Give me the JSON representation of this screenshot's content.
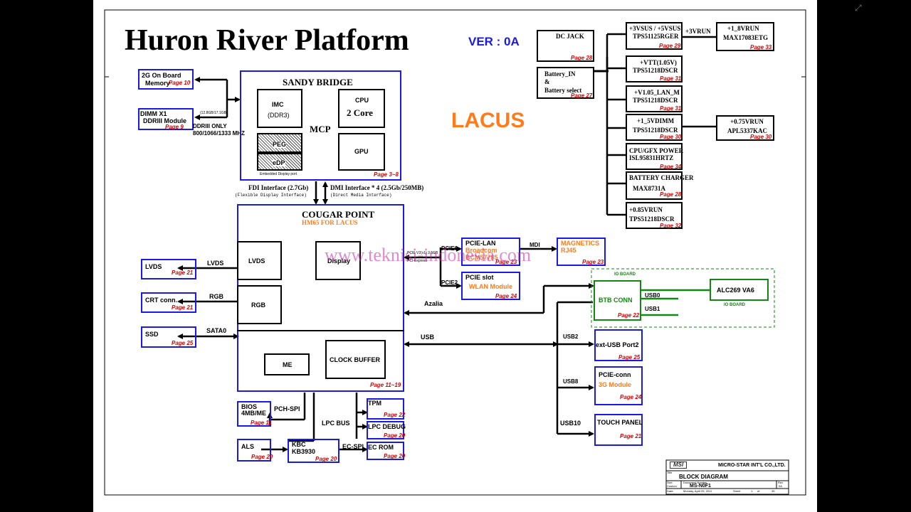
{
  "title": "Huron River Platform",
  "version": "VER : 0A",
  "project": "LACUS",
  "watermark": "www.teknisi-indonesia.com",
  "cpu": {
    "name": "SANDY BRIDGE",
    "mcp": "MCP",
    "imc": "IMC",
    "imc_sub": "(DDR3)",
    "cpu_label": "CPU",
    "cores": "2 Core",
    "gpu": "GPU",
    "peg": "PEG",
    "edp": "eDP",
    "edp_note": "Embedded Display port",
    "page": "Page 3~8"
  },
  "memory": {
    "onboard": "2G On Board",
    "onboard_2": "Memory",
    "onboard_page": "Page 10",
    "dimm": "DIMM X1",
    "dimm_2": "DDRIII Module",
    "dimm_page": "Page 9",
    "bus_note": "(12.8GB/17.1GB)",
    "ddr_only": "DDRIII  ONLY",
    "speed": "800/1066/1333 MHZ"
  },
  "links": {
    "fdi": "FDI Interface (2.7Gb)",
    "fdi_sub": "(Flexible Display Interface)",
    "dmi": "DMI Interface * 4 (2.5Gb/250MB)",
    "dmi_sub": "(Direct Media Interface)"
  },
  "pch": {
    "name": "COUGAR POINT",
    "sub": "HM65 FOR LACUS",
    "lvds": "LVDS",
    "display": "Display",
    "rgb": "RGB",
    "me": "ME",
    "clock": "CLOCK BUFFER",
    "page": "Page 11~19"
  },
  "left": {
    "lvds": "LVDS",
    "lvds_page": "Page 21",
    "lvds_sig": "LVDS",
    "crt": "CRT conn.",
    "crt_page": "Page 21",
    "rgb_sig": "RGB",
    "ssd": "SSD",
    "ssd_page": "Page 25",
    "sata_sig": "SATA0"
  },
  "pcie": {
    "note1": "PCIE V2(x1) 2.5GB",
    "note2": "PCI-Express",
    "pcie6": "PCIE6",
    "pcie2": "PCIE2",
    "lan_title": "PCIE-LAN",
    "lan_chip1": "Broadcom",
    "lan_chip2": "BCM57785",
    "lan_page": "Page 23",
    "mdi": "MDI",
    "mag1": "MAGNETICS",
    "mag2": "RJ45",
    "mag_page": "Page 23",
    "slot_title": "PCIE slot",
    "wlan": "WLAN Module",
    "slot_page": "Page 24"
  },
  "io": {
    "board_label_top": "IO BOARD",
    "board_label_bottom": "IO BOARD",
    "btb": "BTB CONN",
    "btb_page": "Page 22",
    "usb0": "USB0",
    "usb1": "USB1",
    "alc": "ALC269  VA6",
    "azalia": "Azalia",
    "usb": "USB"
  },
  "usb_ports": {
    "usb2": "USB2",
    "ext": "ext-USB Port2",
    "ext_page": "Page 25",
    "usb8": "USB8",
    "conn": "PCIE-conn",
    "module": "3G Module",
    "conn_page": "Page 24",
    "usb10": "USB10",
    "touch": "TOUCH PANEL",
    "touch_page": "Page 21"
  },
  "lpc": {
    "bios": "BIOS",
    "bios_2": "4MB/ME",
    "bios_page": "Page 11",
    "pch_spi": "PCH-SPI",
    "lpc_bus": "LPC BUS",
    "tpm": "TPM",
    "tpm_page": "Page 22",
    "debug": "LPC DEBUG",
    "debug_page": "Page 20",
    "als": "ALS",
    "als_page": "Page 20",
    "kbc": "KBC",
    "kbc_chip": "KB3930",
    "kbc_page": "Page 20",
    "ec_spi": "EC-SPI",
    "ecrom": "EC ROM",
    "ecrom_page": "Page 20"
  },
  "power": {
    "dcjack": "DC JACK",
    "dcjack_page": "Page 28",
    "battery": "Battery_IN",
    "battery_amp": "&",
    "battery_sel": "Battery select",
    "battery_page": "Page 27",
    "p1_a": "+3VSUS / +5VSUS",
    "p1_b": "TPS51125RGER",
    "p1_page": "Page 29",
    "p1_out": "+3VRUN",
    "p1b_a": "+1_8VRUN",
    "p1b_b": "MAX17083ETG",
    "p1b_page": "Page 33",
    "p2_a": "+VTT(1.05V)",
    "p2_b": "TPS51218DSCR",
    "p2_page": "Page 31",
    "p3_a": "+V1.05_LAN_M",
    "p3_b": "TPS51218DSCR",
    "p3_page": "Page 31",
    "p4_a": "+1_5VDIMM",
    "p4_b": "TPS51218DSCR",
    "p4_page": "Page 30",
    "p4b_a": "+0.75VRUN",
    "p4b_b": "APL5337KAC",
    "p4b_page": "Page 30",
    "p5_a": "CPU/GFX POWER",
    "p5_b": "ISL95831HRTZ",
    "p5_page": "Page 34",
    "p6_a": "BATTERY CHARGER",
    "p6_b": "MAX8731A",
    "p6_page": "Page 28",
    "p7_a": "+0.85VRUN",
    "p7_b": "TPS51218DSCR",
    "p7_page": "Page 32"
  },
  "titleblock": {
    "logo": "MSI",
    "company": "MICRO-STAR INT'L CO.,LTD.",
    "title_lbl": "Title",
    "title": "BLOCK DIAGRAM",
    "size_lbl": "Size",
    "size": "Custom",
    "doc_lbl": "Document Number",
    "doc": "MS-N0F1",
    "rev_lbl": "Rev",
    "rev": "0A",
    "date_lbl": "Date:",
    "date": "Monday, April 25, 2011",
    "sheet_lbl": "Sheet",
    "sheet": "1",
    "of": "of",
    "total": "35"
  },
  "expand_icon": "expand-icon"
}
